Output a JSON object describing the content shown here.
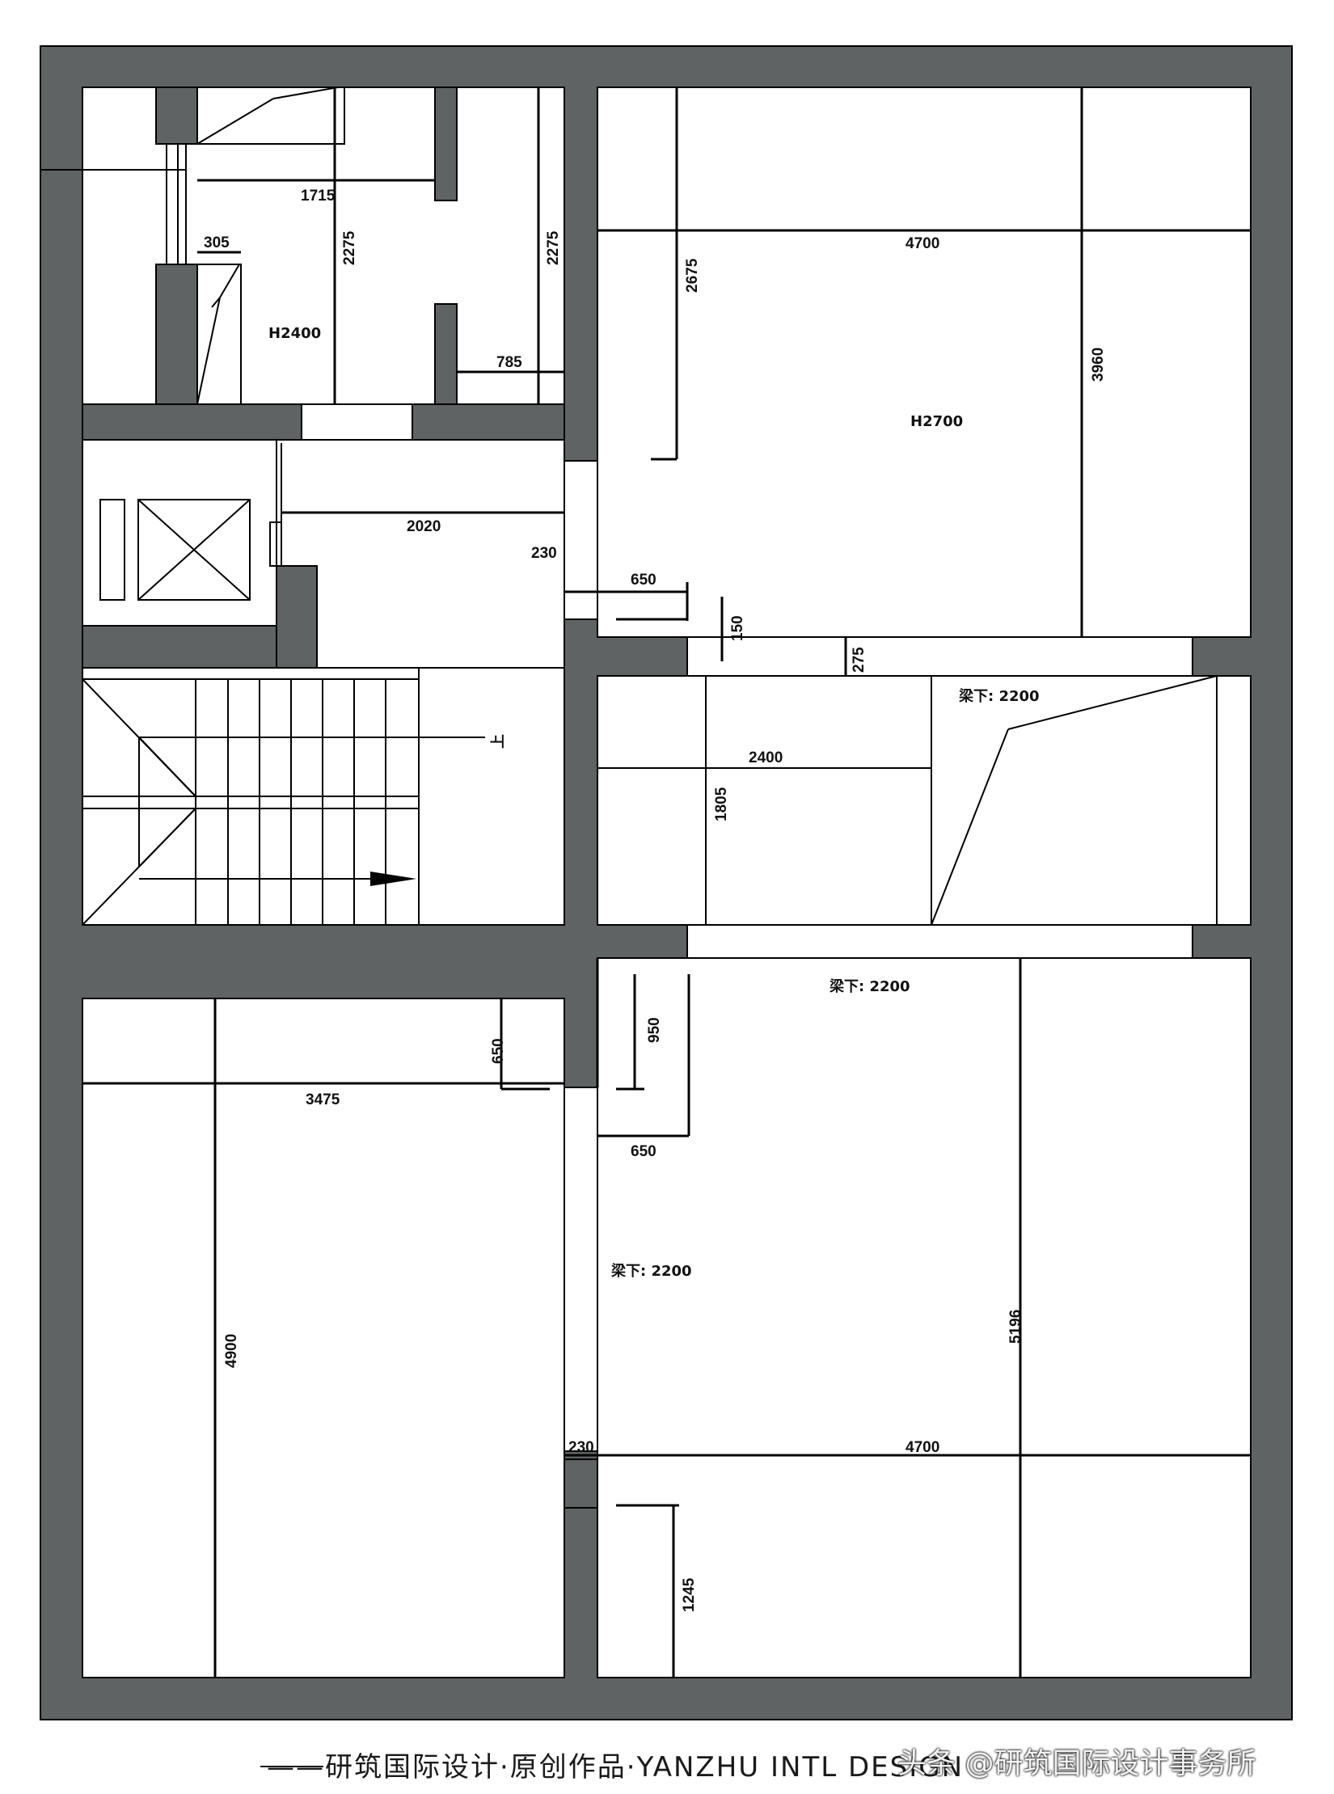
{
  "colors": {
    "wall": "#606364",
    "room": "#ffffff",
    "line": "#000000"
  },
  "dimensions": {
    "d1715": "1715",
    "d305": "305",
    "d2275a": "2275",
    "d2275b": "2275",
    "d785": "785",
    "d2020": "2020",
    "d230a": "230",
    "d4700a": "4700",
    "d2675": "2675",
    "d3960": "3960",
    "d650a": "650",
    "d150": "150",
    "d275": "275",
    "d2400": "2400",
    "d1805": "1805",
    "d950": "950",
    "d650b": "650",
    "d650c": "650",
    "d3475": "3475",
    "d4900": "4900",
    "d5196": "5196",
    "d230b": "230",
    "d4700b": "4700",
    "d1245": "1245"
  },
  "notes": {
    "h2400": "H2400",
    "h2700": "H2700",
    "beam1": "梁下: 2200",
    "beam2": "梁下: 2200",
    "beam3": "梁下: 2200",
    "stair_up": "上"
  },
  "caption": {
    "credit": "研筑国际设计·原创作品·YANZHU INTL DESIGN",
    "watermark": "头条 @研筑国际设计事务所"
  }
}
